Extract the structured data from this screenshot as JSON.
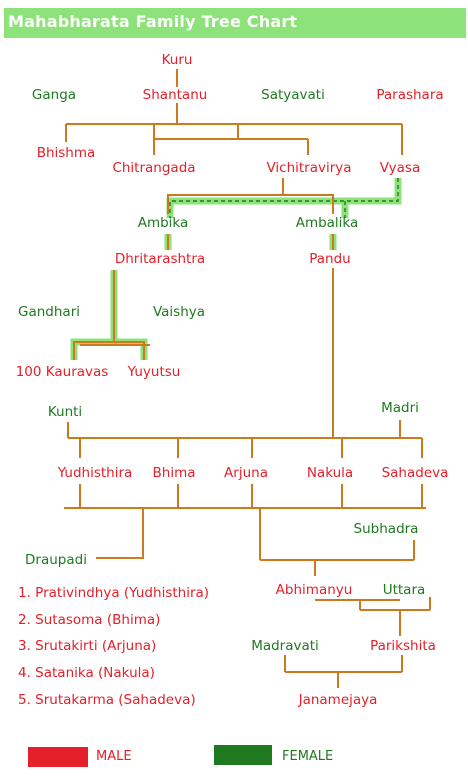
{
  "title": "Mahabharata Family Tree Chart",
  "colors": {
    "male": "#e4202a",
    "female": "#1f7a1f",
    "line": "#cc7a1c",
    "highlight": "#8ee27a"
  },
  "people": {
    "kuru": "Kuru",
    "ganga": "Ganga",
    "shantanu": "Shantanu",
    "satyavati": "Satyavati",
    "parashara": "Parashara",
    "bhishma": "Bhishma",
    "chitrangada": "Chitrangada",
    "vichitravirya": "Vichitravirya",
    "vyasa": "Vyasa",
    "ambika": "Ambika",
    "ambalika": "Ambalika",
    "dhritarashtra": "Dhritarashtra",
    "pandu": "Pandu",
    "gandhari": "Gandhari",
    "vaishya": "Vaishya",
    "kauravas": "100 Kauravas",
    "yuyutsu": "Yuyutsu",
    "kunti": "Kunti",
    "madri": "Madri",
    "yudhisthira": "Yudhisthira",
    "bhima": "Bhima",
    "arjuna": "Arjuna",
    "nakula": "Nakula",
    "sahadeva": "Sahadeva",
    "subhadra": "Subhadra",
    "draupadi": "Draupadi",
    "abhimanyu": "Abhimanyu",
    "uttara": "Uttara",
    "madravati": "Madravati",
    "parikshita": "Parikshita",
    "janamejaya": "Janamejaya"
  },
  "draupadi_sons": [
    "1. Prativindhya (Yudhisthira)",
    "2. Sutasoma (Bhima)",
    "3. Srutakirti (Arjuna)",
    "4. Satanika (Nakula)",
    "5. Srutakarma (Sahadeva)"
  ],
  "legend": {
    "male": "MALE",
    "female": "FEMALE"
  }
}
